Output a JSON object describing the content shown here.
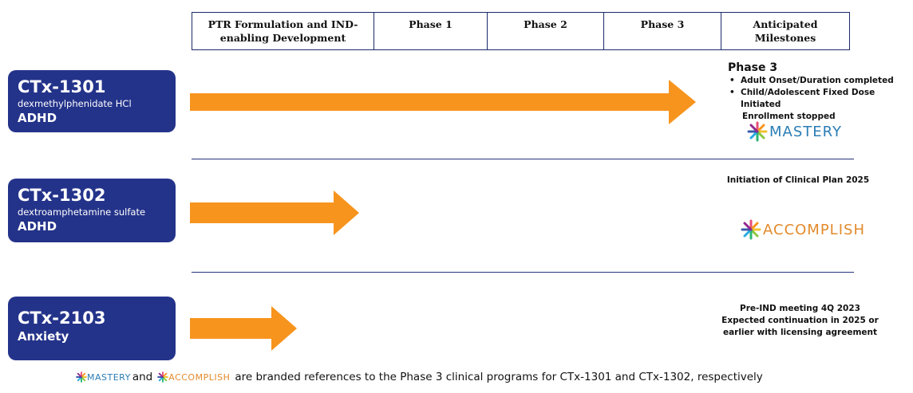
{
  "columns": [
    "PTR Formulation and IND-enabling Development",
    "Phase 1",
    "Phase 2",
    "Phase 3",
    "Anticipated Milestones"
  ],
  "programs": [
    {
      "code": "CTx-1301",
      "drug": "dexmethylphenidate HCl",
      "indication": "ADHD",
      "progress_stage": "Phase 3",
      "milestone": {
        "title": "Phase 3",
        "bullets": [
          "Adult Onset/Duration completed",
          "Child/Adolescent Fixed Dose Initiated"
        ],
        "note": "Enrollment stopped"
      },
      "brand": "MASTERY"
    },
    {
      "code": "CTx-1302",
      "drug": "dextroamphetamine sulfate",
      "indication": "ADHD",
      "progress_stage": "PTR Formulation and IND-enabling Development",
      "milestone": {
        "lines": [
          "Initiation of Clinical Plan 2025"
        ]
      },
      "brand": "ACCOMPLISH"
    },
    {
      "code": "CTx-2103",
      "drug": "",
      "indication": "Anxiety",
      "progress_stage": "PTR Formulation and IND-enabling Development",
      "milestone": {
        "lines": [
          "Pre-IND meeting 4Q 2023",
          "Expected continuation in 2025 or",
          "earlier with licensing agreement"
        ]
      }
    }
  ],
  "footer": {
    "brand1": "MASTERY",
    "and": "and",
    "brand2": "ACCOMPLISH",
    "text": "are branded references to the Phase 3 clinical programs for CTx-1301 and CTx-1302, respectively"
  },
  "colors": {
    "program_box": "#24338a",
    "arrow": "#f7941d",
    "header_border": "#1b2a6b",
    "mastery_text": "#2b7db5",
    "accomplish_text": "#e38a2c"
  }
}
